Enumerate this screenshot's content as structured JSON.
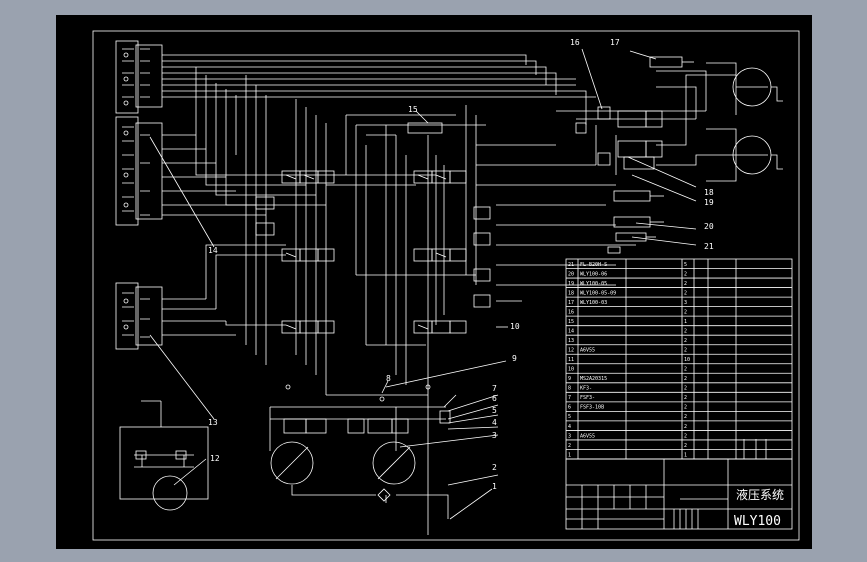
{
  "callouts": [
    "1",
    "2",
    "3",
    "4",
    "5",
    "6",
    "7",
    "8",
    "9",
    "10",
    "12",
    "13",
    "14",
    "15",
    "16",
    "17",
    "18",
    "19",
    "20",
    "21"
  ],
  "bom": [
    {
      "no": "21",
      "part": "FL-B20H-S",
      "name": "",
      "qty": "5"
    },
    {
      "no": "20",
      "part": "WLY100-06",
      "name": "",
      "qty": "2"
    },
    {
      "no": "19",
      "part": "WLY100-05",
      "name": "",
      "qty": "2"
    },
    {
      "no": "18",
      "part": "WLY100-05-09",
      "name": "",
      "qty": "2"
    },
    {
      "no": "17",
      "part": "WLY100-03",
      "name": "",
      "qty": "3"
    },
    {
      "no": "16",
      "part": "",
      "name": "",
      "qty": "2"
    },
    {
      "no": "15",
      "part": "",
      "name": "",
      "qty": "1"
    },
    {
      "no": "14",
      "part": "",
      "name": "",
      "qty": "2"
    },
    {
      "no": "13",
      "part": "",
      "name": "",
      "qty": "2"
    },
    {
      "no": "12",
      "part": "A6V55",
      "name": "",
      "qty": "2"
    },
    {
      "no": "11",
      "part": "",
      "name": "",
      "qty": "10"
    },
    {
      "no": "10",
      "part": "",
      "name": "",
      "qty": "2"
    },
    {
      "no": "9",
      "part": "MS2A20315",
      "name": "",
      "qty": "2"
    },
    {
      "no": "8",
      "part": "KF3-",
      "name": "",
      "qty": "2"
    },
    {
      "no": "7",
      "part": "FSF3-",
      "name": "",
      "qty": "2"
    },
    {
      "no": "6",
      "part": "FSF3-10B",
      "name": "",
      "qty": "2"
    },
    {
      "no": "5",
      "part": "",
      "name": "",
      "qty": "2"
    },
    {
      "no": "4",
      "part": "",
      "name": "",
      "qty": "2"
    },
    {
      "no": "3",
      "part": "A6V55",
      "name": "",
      "qty": "2"
    },
    {
      "no": "2",
      "part": "",
      "name": "",
      "qty": "2"
    },
    {
      "no": "1",
      "part": "",
      "name": "",
      "qty": "1"
    }
  ],
  "title_block": {
    "drawing_name": "液压系统",
    "drawing_number": "WLY100"
  },
  "colors": {
    "sheet": "#000000",
    "lines": "#ffffff",
    "background": "#9aa2af"
  }
}
